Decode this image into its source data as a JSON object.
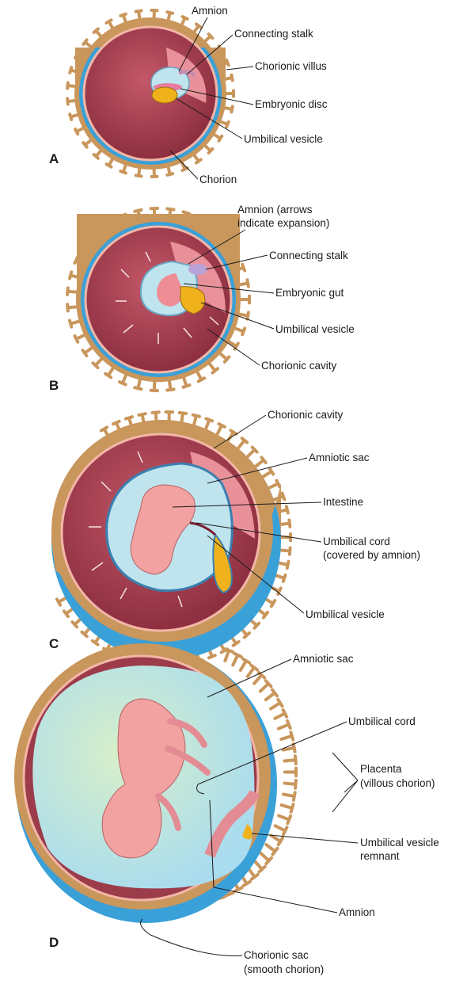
{
  "panels": [
    {
      "letter": "A",
      "labels": [
        "Amnion",
        "Connecting stalk",
        "Chorionic villus",
        "Embryonic disc",
        "Umbilical vesicle",
        "Chorion"
      ]
    },
    {
      "letter": "B",
      "labels": [
        "Amnion (arrows",
        "indicate expansion)",
        "Connecting stalk",
        "Embryonic gut",
        "Umbilical vesicle",
        "Chorionic cavity"
      ]
    },
    {
      "letter": "C",
      "labels": [
        "Chorionic cavity",
        "Amniotic sac",
        "Intestine",
        "Umbilical cord",
        "(covered by amnion)",
        "Umbilical vesicle"
      ]
    },
    {
      "letter": "D",
      "labels": [
        "Amniotic sac",
        "Umbilical cord",
        "Placenta",
        "(villous chorion)",
        "Umbilical vesicle",
        "remnant",
        "Amnion",
        "Chorionic sac",
        "(smooth chorion)"
      ]
    }
  ],
  "colors": {
    "chorion_tan": "#c9965c",
    "chorionic_cavity": "#9c3b4a",
    "cavity_light": "#e9919a",
    "amniotic_fluid": "#bfe4ee",
    "blue_decidua": "#3aa0d8",
    "yolk": "#f0b21c",
    "embryo_pink": "#f2a2a0"
  }
}
